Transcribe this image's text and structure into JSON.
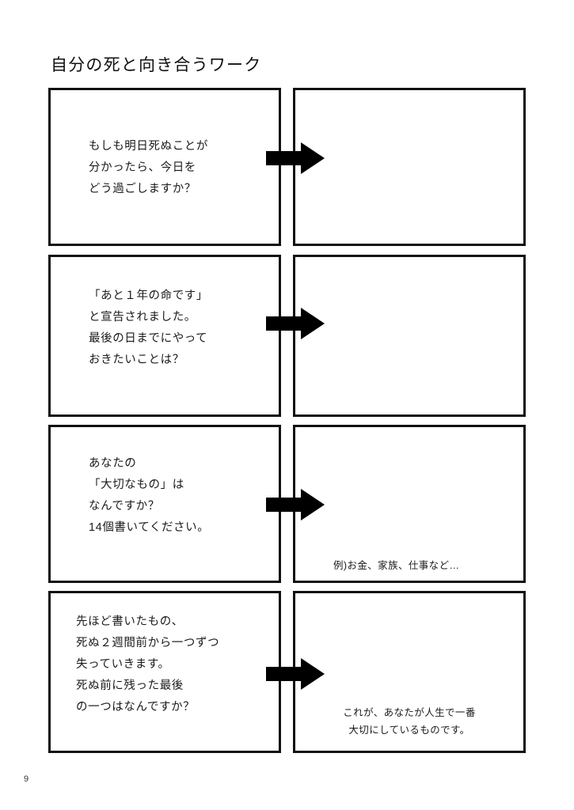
{
  "document": {
    "title": "自分の死と向き合うワーク",
    "page_number": "9"
  },
  "rows": [
    {
      "prompt": "もしも明日死ぬことが\n分かったら、今日を\nどう過ごしますか？",
      "answer_hint": "",
      "arrow_icon": "right-arrow-icon"
    },
    {
      "prompt": "「あと１年の命です」\nと宣告されました。\n最後の日までにやって\nおきたいことは？",
      "answer_hint": "",
      "arrow_icon": "right-arrow-icon"
    },
    {
      "prompt": "あなたの\n「大切なもの」は\nなんですか？\n14個書いてください。",
      "answer_hint": "例)お金、家族、仕事など…",
      "arrow_icon": "right-arrow-icon"
    },
    {
      "prompt": "先ほど書いたもの、\n死ぬ２週間前から一つずつ\n失っていきます。\n死ぬ前に残った最後\nの一つはなんですか？",
      "answer_hint": "これが、あなたが人生で一番\n大切にしているものです。",
      "arrow_icon": "right-arrow-icon"
    }
  ],
  "colors": {
    "ink": "#111111",
    "paper": "#ffffff"
  }
}
